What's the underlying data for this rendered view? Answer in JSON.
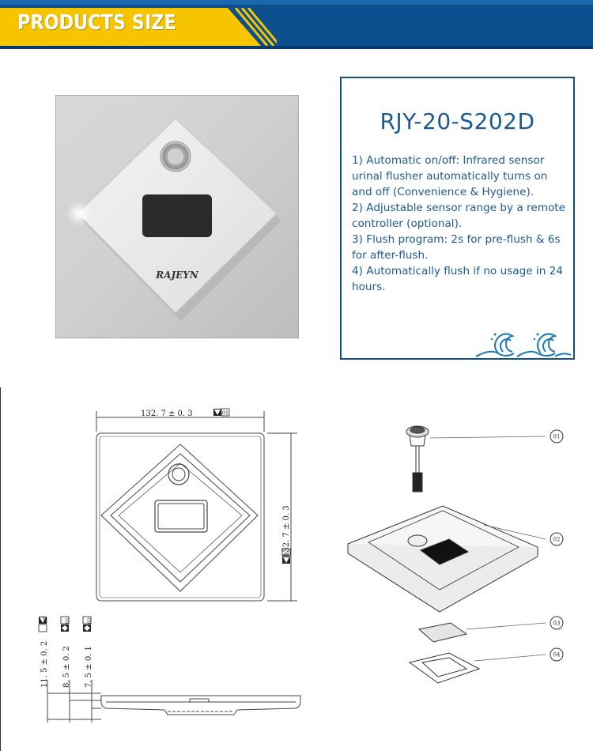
{
  "banner": {
    "title": "PRODUCTS SIZE"
  },
  "photo": {
    "brand": "RAJEYN"
  },
  "info": {
    "model": "RJY-20-S202D",
    "features": [
      "1) Automatic on/off: Infrared sensor urinal flusher automatically turns on and off (Convenience & Hygiene).",
      "2) Adjustable sensor range by a remote controller (optional).",
      "3) Flush program: 2s for pre-flush & 6s for after-flush.",
      "4) Automatically flush if no usage in 24 hours."
    ]
  },
  "drawing": {
    "width_dim": "132. 7 ± 0. 3",
    "width_tag": "01",
    "height_dim": "132. 7 ± 0. 3",
    "height_tag": "02",
    "thick_dims": [
      {
        "value": "11. 5 ± 0. 2",
        "tag": "03"
      },
      {
        "value": "8. 5 ± 0. 2",
        "tag": "01"
      },
      {
        "value": "7. 5 ± 0. 1",
        "tag": "02"
      }
    ],
    "callouts": [
      "01",
      "02",
      "03",
      "04"
    ]
  },
  "colors": {
    "banner_blue": "#0b4f8e",
    "banner_yellow": "#f7c400",
    "text_blue": "#1c5a93"
  }
}
